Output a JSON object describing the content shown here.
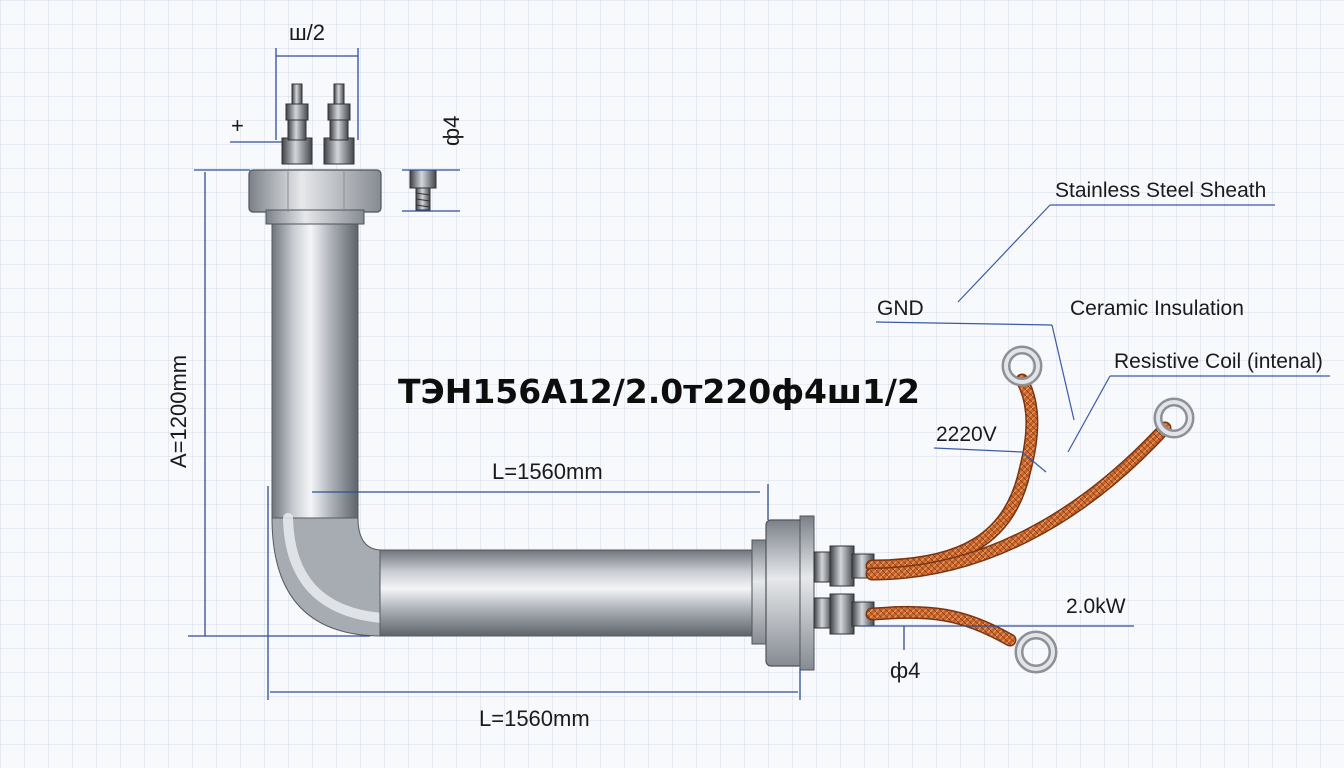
{
  "title": "TЭH156A12/2.0т220ф4ш1/2",
  "dimensions": {
    "top_width": "ш/2",
    "plus_sign": "+",
    "phi_top": "ф4",
    "height_a": "A=1200mm",
    "length_inner": "L=1560mm",
    "length_bottom": "L=1560mm",
    "phi_bottom": "ф4"
  },
  "annotations": {
    "sheath": "Stainless Steel Sheath",
    "gnd": "GND",
    "ceramic": "Ceramic Insulation",
    "coil": "Resistive Coil (intenal)",
    "voltage": "2220V",
    "power": "2.0kW"
  },
  "colors": {
    "steel": "#b8bcc2",
    "wire": "#c8642a",
    "dimension_line": "#2e4f96"
  }
}
